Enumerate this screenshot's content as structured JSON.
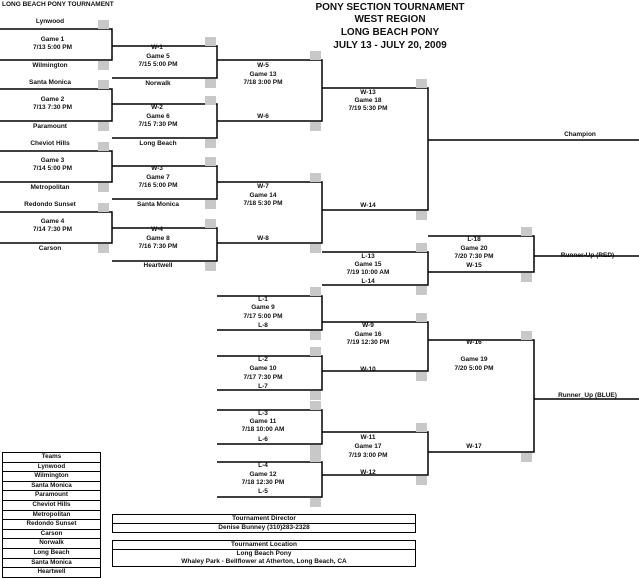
{
  "doc": {
    "corner_label": "LONG BEACH PONY TOURNAMENT",
    "title_lines": [
      "PONY SECTION TOURNAMENT",
      "WEST REGION",
      "LONG BEACH PONY",
      "JULY 13 - JULY 20, 2009"
    ]
  },
  "round1": [
    {
      "top": "Lynwood",
      "game": "Game 1",
      "when": "7/13 5:00 PM",
      "bottom": "Wilmington"
    },
    {
      "top": "Santa Monica",
      "game": "Game 2",
      "when": "7/13 7:30 PM",
      "bottom": "Paramount"
    },
    {
      "top": "Cheviot Hills",
      "game": "Game 3",
      "when": "7/14 5:00 PM",
      "bottom": "Metropolitan"
    },
    {
      "top": "Redondo Sunset",
      "game": "Game 4",
      "when": "7/14 7:30 PM",
      "bottom": "Carson"
    }
  ],
  "round2": [
    {
      "top": "W-1",
      "game": "Game 5",
      "when": "7/15 5:00 PM",
      "bottom": "Norwalk"
    },
    {
      "top": "W-2",
      "game": "Game 6",
      "when": "7/15 7:30 PM",
      "bottom": "Long Beach"
    },
    {
      "top": "W-3",
      "game": "Game 7",
      "when": "7/16 5:00 PM",
      "bottom": "Santa Monica"
    },
    {
      "top": "W-4",
      "game": "Game 8",
      "when": "7/16 7:30 PM",
      "bottom": "Heartwell"
    }
  ],
  "round3": [
    {
      "top": "W-5",
      "game": "Game 13",
      "when": "7/18 3:00 PM",
      "bottom": "W-6"
    },
    {
      "top": "W-7",
      "game": "Game 14",
      "when": "7/18 5:30 PM",
      "bottom": "W-8"
    }
  ],
  "round4": {
    "top": "W-13",
    "game": "Game 18",
    "when": "7/19 5:30 PM",
    "bottom": "W-14"
  },
  "champion_label": "Champion",
  "losers_r1": [
    {
      "top": "L-1",
      "game": "Game 9",
      "when": "7/17 5:00 PM",
      "bottom": "L-8"
    },
    {
      "top": "L-2",
      "game": "Game 10",
      "when": "7/17 7:30 PM",
      "bottom": "L-7"
    },
    {
      "top": "L-3",
      "game": "Game 11",
      "when": "7/18 10:00 AM",
      "bottom": "L-6"
    },
    {
      "top": "L-4",
      "game": "Game 12",
      "when": "7/18 12:30 PM",
      "bottom": "L-5"
    }
  ],
  "losers_r2": [
    {
      "top": "W-9",
      "game": "Game 16",
      "when": "7/19 12:30 PM",
      "bottom": "W-10"
    },
    {
      "top": "W-11",
      "game": "Game 17",
      "when": "7/19 3:00 PM",
      "bottom": "W-12"
    }
  ],
  "game15": {
    "top": "L-13",
    "game": "Game 15",
    "when": "7/19 10:00 AM",
    "bottom": "L-14"
  },
  "game19": {
    "top": "W-16",
    "game": "Game 19",
    "when": "7/20 5:00 PM",
    "bottom": "W-17"
  },
  "game20": {
    "top": "L-18",
    "game": "Game 20",
    "when": "7/20 7:30 PM",
    "bottom": "W-15"
  },
  "runner_up_red": "Runner-Up (RED)",
  "runner_up_blue": "Runner_Up (BLUE)",
  "teams_table": [
    "Teams",
    "Lynwood",
    "Wilmington",
    "Santa Monica",
    "Paramount",
    "Cheviot Hills",
    "Metropolitan",
    "Redondo Sunset",
    "Carson",
    "Norwalk",
    "Long Beach",
    "Santa Monica",
    "Heartwell"
  ],
  "director": {
    "label": "Tournament Director",
    "value": "Denise Bunney (310)283-2328"
  },
  "location": {
    "label": "Tournament Location",
    "name": "Long Beach Pony",
    "address": "Whaley Park - Bellflower at Atherton, Long Beach, CA"
  },
  "colors": {
    "line": "#000000",
    "placeholder_box": "#c8c8c8"
  }
}
